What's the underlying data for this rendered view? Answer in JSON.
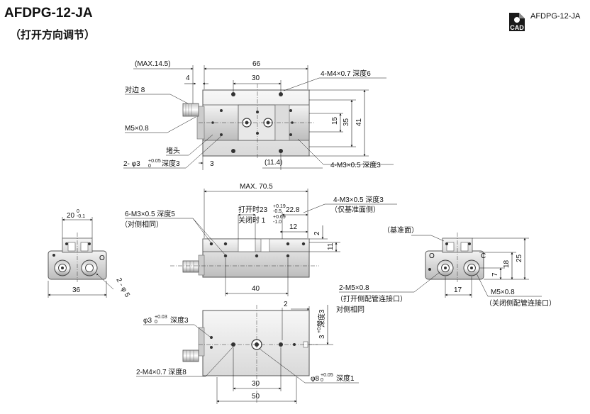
{
  "header": {
    "title": "AFDPG-12-JA",
    "subtitle": "（打开方向调节）",
    "cad_label": "AFDPG-12-JA",
    "cad_badge": "CAD"
  },
  "top_view": {
    "max_length": "(MAX.14.5)",
    "width_66": "66",
    "dim_4": "4",
    "dim_30": "30",
    "tap_m4": "4-M4×0.7  深度6",
    "across_flats": "对边  8",
    "port_m5": "M5×0.8",
    "plug": "堵头",
    "pin_hole": "2- φ3",
    "pin_tol_upper": "+0.05",
    "pin_tol_lower": "0",
    "pin_depth": "深度3",
    "dim_3": "3",
    "dim_11_4": "(11.4)",
    "tap_m3": "4-M3×0.5  深度3",
    "dim_15": "15",
    "dim_35": "35",
    "dim_41": "41"
  },
  "side_view": {
    "max_length": "MAX. 70.5",
    "open_label": "打开时23",
    "open_tol_upper": "+0.19",
    "open_tol_lower": "-0.5",
    "close_label": "关闭时  1",
    "close_tol_upper": "+0.69",
    "close_tol_lower": "-1.0",
    "dim_22_8": "22.8",
    "tap_m3_ref": "4-M3×0.5  深度3",
    "ref_face": "（仅基准面侧）",
    "tap_m3_side": "6-M3×0.5  深度5",
    "same_opposite": "（对侧相同）",
    "dim_12": "12",
    "dim_2": "2",
    "dim_11": "11",
    "dim_40": "40"
  },
  "left_end_view": {
    "width_label": "20",
    "width_tol_upper": "0",
    "width_tol_lower": "-0.1",
    "dim_36": "36",
    "dim_2_5": "2 - φ 5",
    "letter_o": "O"
  },
  "right_end_view": {
    "ref_face": "（基准面）",
    "letter_o": "O",
    "letter_c": "C",
    "dim_25": "25",
    "dim_18": "18",
    "dim_7": "7",
    "dim_17": "17",
    "port_open": "2-M5×0.8",
    "port_open_desc": "（打开侧配管连接口）",
    "port_open_same": "对侧相同",
    "port_close": "M5×0.8",
    "port_close_desc": "（关闭侧配管连接口）"
  },
  "bottom_view": {
    "pin_hole": "φ3",
    "pin_tol_upper": "+0.03",
    "pin_tol_lower": "0",
    "pin_depth": "深度3",
    "tap_m4": "2-M4×0.7  深度8",
    "dim_2": "2",
    "side_pin": "3",
    "side_pin_tol": "+0.03",
    "side_pin_tol_lower": "0",
    "side_pin_depth": "深度3",
    "dim_30": "30",
    "dim_50": "50",
    "center_hole": "φ8",
    "center_tol_upper": "+0.05",
    "center_tol_lower": "0",
    "center_depth": "深度1"
  }
}
